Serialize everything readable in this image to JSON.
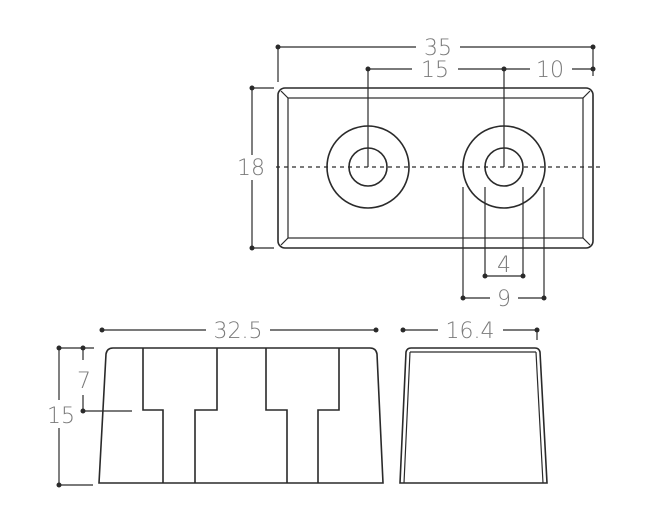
{
  "top_view": {
    "overall_length": "35",
    "hole_spacing": "15",
    "hole_to_edge": "10",
    "width": "18",
    "inner_hole_diameter": "4",
    "outer_boss_diameter": "9"
  },
  "front_view": {
    "length": "32.5",
    "total_height": "15",
    "slot_depth": "7"
  },
  "side_view": {
    "width": "16.4"
  },
  "colors": {
    "line": "#2a2a2a",
    "label": "#7a7a7a"
  }
}
